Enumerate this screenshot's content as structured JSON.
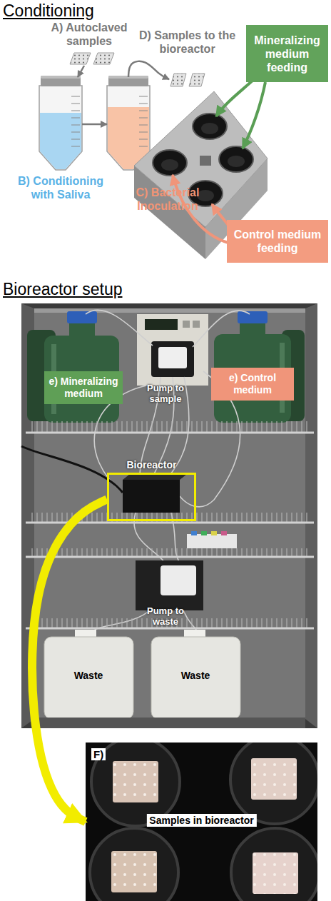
{
  "diagram": {
    "nodes": [
      {
        "text": [
          "A) Autoclaved samples"
        ]
      },
      {
        "text": [
          "B) Conditioning with Saliva"
        ]
      },
      {
        "text": [
          "C) Bacterial Inoculation"
        ]
      },
      {
        "text": [
          "D) Samples to the bioreactor"
        ]
      },
      {
        "text": [
          "Mineralizing medium feeding"
        ]
      },
      {
        "text": [
          "Control medium feeding"
        ]
      },
      {
        "text": [
          "e) Mineralizing medium"
        ]
      },
      {
        "text": [
          "e) Control medium"
        ]
      },
      {
        "text": [
          "Bioreactor"
        ]
      },
      {
        "text": [
          "F)",
          "Samples in bioreactor"
        ]
      }
    ],
    "edges": [
      {
        "from": 0,
        "to": 1,
        "arrow": "to"
      },
      {
        "from": 1,
        "to": 2,
        "arrow": "to"
      },
      {
        "from": 2,
        "to": 3,
        "arrow": "to"
      },
      {
        "from": 8,
        "to": 9,
        "arrow": "to"
      }
    ],
    "labels": [
      "Conditioning",
      "Bioreactor setup",
      "Pump to sample",
      "Pump to waste",
      "Waste",
      "Waste"
    ]
  }
}
